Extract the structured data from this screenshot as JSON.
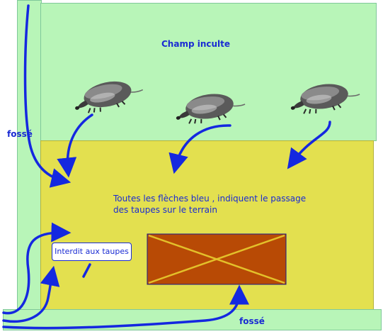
{
  "zones": {
    "top_field_label": "Champ inculte",
    "left_ditch_label": "fossé",
    "bottom_ditch_label": "fossé"
  },
  "caption": {
    "line1": "Toutes les flèches bleu , indiquent le passage",
    "line2": "des taupes sur le terrain"
  },
  "sign": {
    "text": "Interdit aux taupes"
  },
  "colors": {
    "field_green": "#b8f5b8",
    "field_yellow": "#e3e04f",
    "arrow_blue": "#1428e0",
    "forbidden_brown": "#b84a05",
    "cross_yellow": "#e3c02a"
  },
  "icons": [
    "mole-icon",
    "mole-icon",
    "mole-icon"
  ]
}
